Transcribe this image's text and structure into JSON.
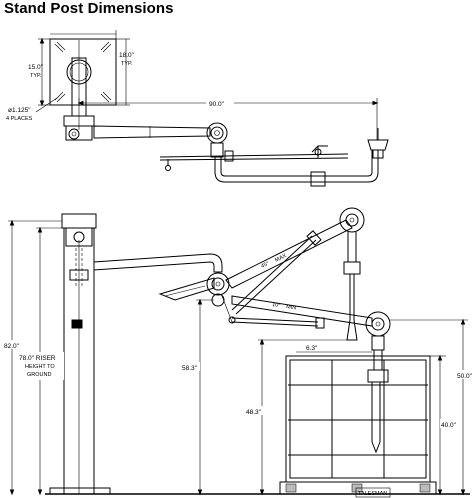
{
  "title": "Stand Post Dimensions",
  "top_view": {
    "dim_90": "90.0\"",
    "dim_15": "15.0\"",
    "dim_15_note": "TYP.",
    "dim_18": "18.0\"",
    "dim_18_note": "TYP.",
    "hole_dia": "ø1.125\"",
    "hole_count": "4 PLACES"
  },
  "side_view": {
    "dim_82": "82.0\"",
    "riser_line1": "78.0\" RISER",
    "riser_line2": "HEIGHT TO",
    "riser_line3": "GROUND",
    "dim_58": "58.3\"",
    "dim_48": "48.3\"",
    "dim_6": "6.3\"",
    "dim_50": "50.0\"",
    "dim_40": "40.0\"",
    "max_label": "MAX",
    "min_label": "MIN",
    "deg_max": "45°",
    "deg_min": "10°",
    "title_block": "TALESMAN"
  }
}
